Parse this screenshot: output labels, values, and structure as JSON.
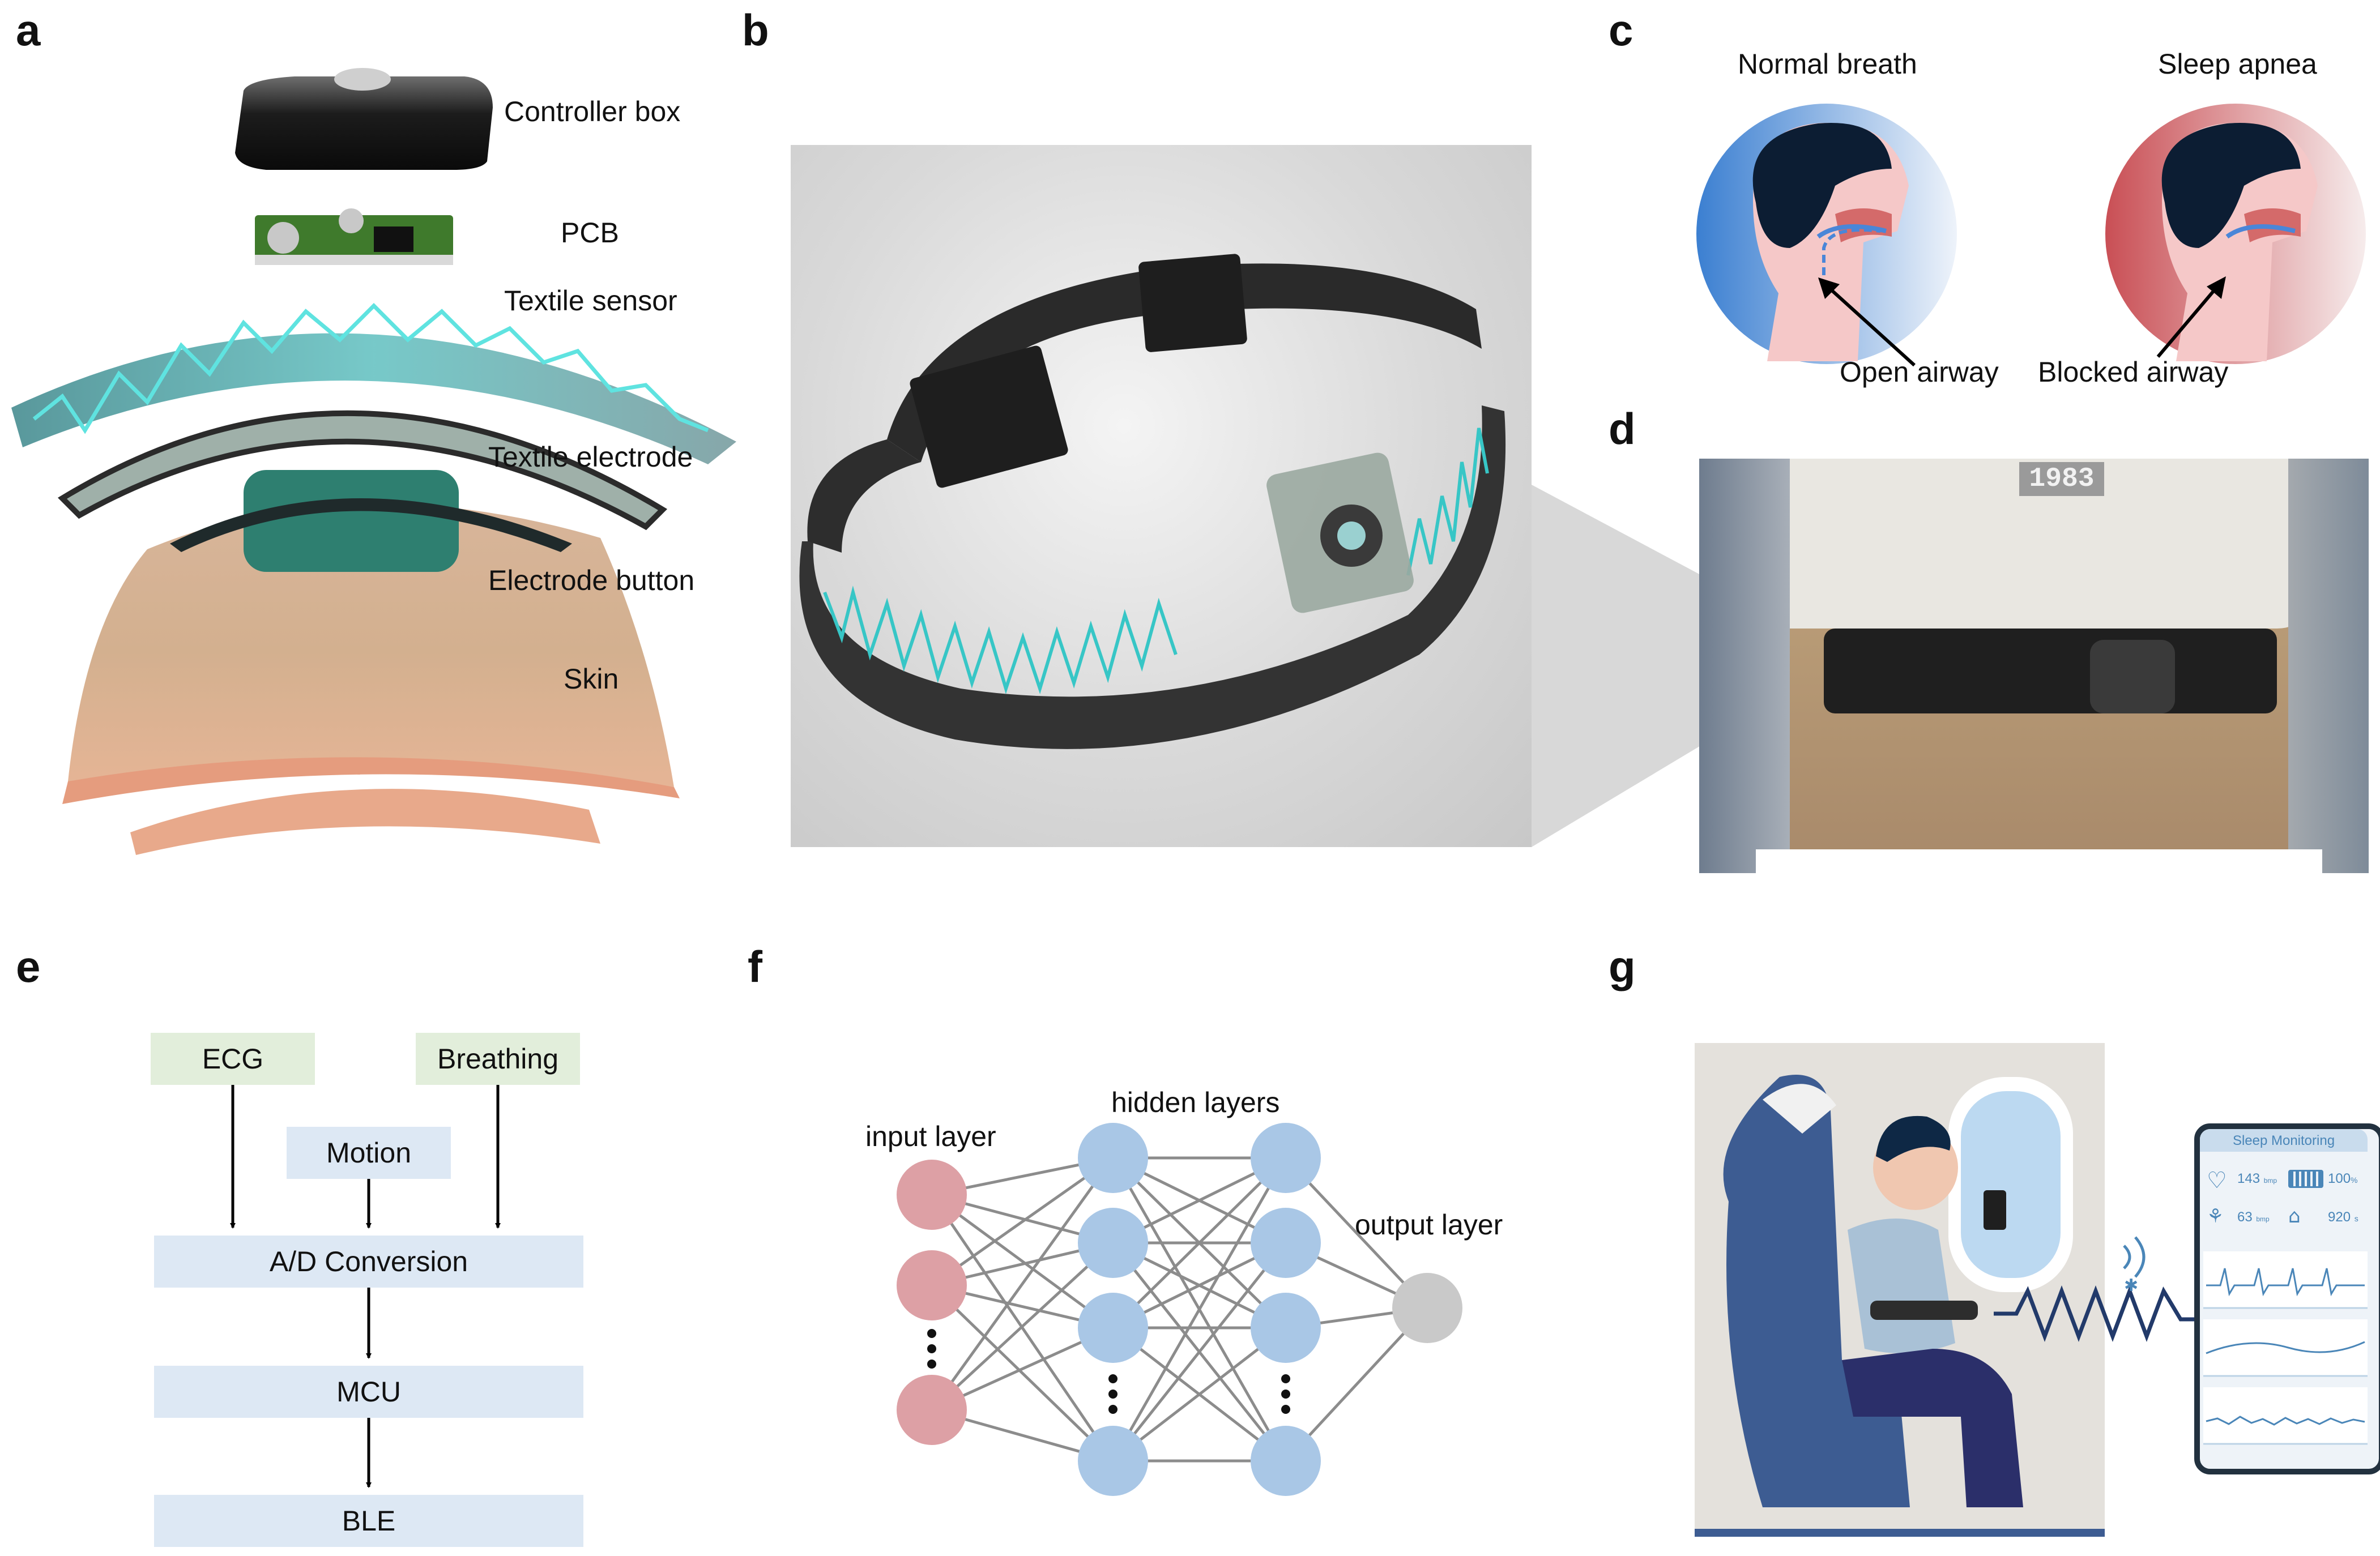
{
  "panels": {
    "a": "a",
    "b": "b",
    "c": "c",
    "d": "d",
    "e": "e",
    "f": "f",
    "g": "g"
  },
  "panel_a": {
    "layers": [
      "Controller box",
      "PCB",
      "Textile sensor",
      "Textile electrode",
      "Electrode button",
      "Skin"
    ]
  },
  "panel_c": {
    "normal_title": "Normal breath",
    "apnea_title": "Sleep apnea",
    "open_label": "Open airway",
    "blocked_label": "Blocked airway"
  },
  "panel_d": {
    "shirt_tag": "1983"
  },
  "panel_e": {
    "ecg": "ECG",
    "breathing": "Breathing",
    "motion": "Motion",
    "ad": "A/D Conversion",
    "mcu": "MCU",
    "ble": "BLE"
  },
  "panel_f": {
    "input_layer": "input layer",
    "hidden_layers": "hidden layers",
    "output_layer": "output layer"
  },
  "panel_g": {
    "app_title": "Sleep Monitoring",
    "hr_value": "143",
    "hr_unit": "bmp",
    "battery_value": "100",
    "battery_unit": "%",
    "resp_value": "63",
    "resp_unit": "bmp",
    "posture_value": "920",
    "posture_unit": "s"
  },
  "colors": {
    "sensor_cyan": "#5fe3e0",
    "box_green": "#e2eedb",
    "box_blue": "#dde8f4",
    "node_red": "#dda0a5",
    "node_blue": "#a9c7e6",
    "node_gray": "#c9c9c9",
    "phone_accent": "#4a86b8"
  }
}
